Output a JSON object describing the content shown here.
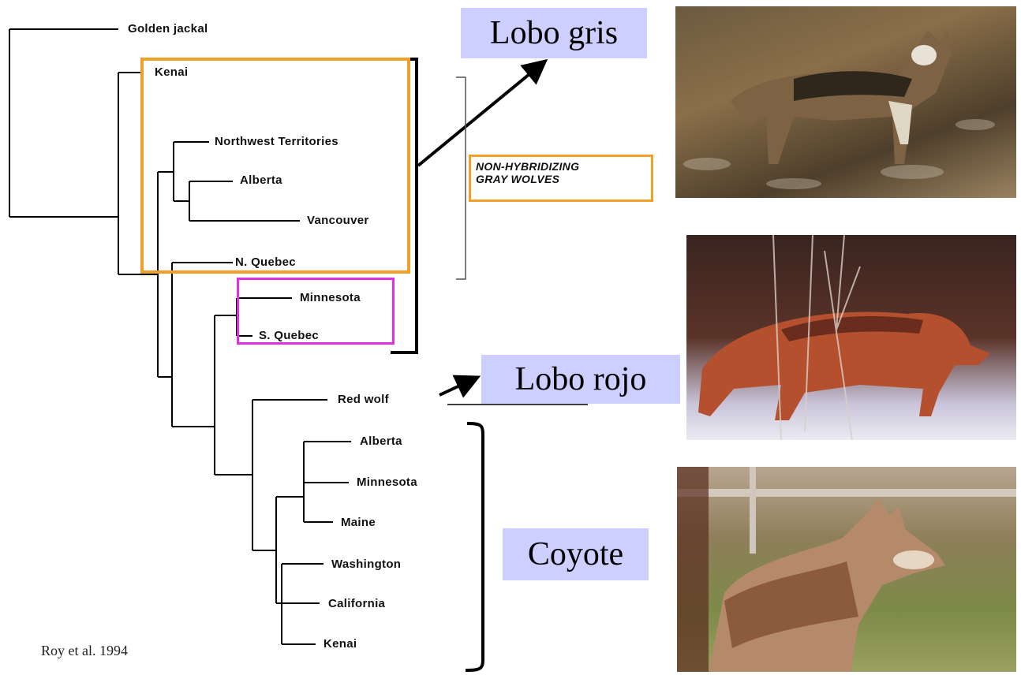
{
  "tree": {
    "leaves": [
      {
        "id": "golden-jackal",
        "label": "Golden jackal"
      },
      {
        "id": "kenai-wolf",
        "label": "Kenai"
      },
      {
        "id": "northwest-territories",
        "label": "Northwest Territories"
      },
      {
        "id": "alberta-wolf",
        "label": "Alberta"
      },
      {
        "id": "vancouver",
        "label": "Vancouver"
      },
      {
        "id": "n-quebec",
        "label": "N. Quebec"
      },
      {
        "id": "minnesota-wolf",
        "label": "Minnesota"
      },
      {
        "id": "s-quebec",
        "label": "S. Quebec"
      },
      {
        "id": "red-wolf",
        "label": "Red wolf"
      },
      {
        "id": "alberta-coyote",
        "label": "Alberta"
      },
      {
        "id": "minnesota-coyote",
        "label": "Minnesota"
      },
      {
        "id": "maine",
        "label": "Maine"
      },
      {
        "id": "washington",
        "label": "Washington"
      },
      {
        "id": "california",
        "label": "California"
      },
      {
        "id": "kenai-coyote",
        "label": "Kenai"
      }
    ]
  },
  "callouts": {
    "gray_wolf": "Lobo gris",
    "red_wolf": "Lobo rojo",
    "coyote": "Coyote"
  },
  "group_label": {
    "line1": "NON-HYBRIDIZING",
    "line2": "GRAY WOLVES"
  },
  "citation": "Roy et al. 1994",
  "colors": {
    "gray_wolf_box": "#f0a028",
    "minnesota_quebec_box": "#e030e0",
    "callout_bg": "#cccfff"
  }
}
